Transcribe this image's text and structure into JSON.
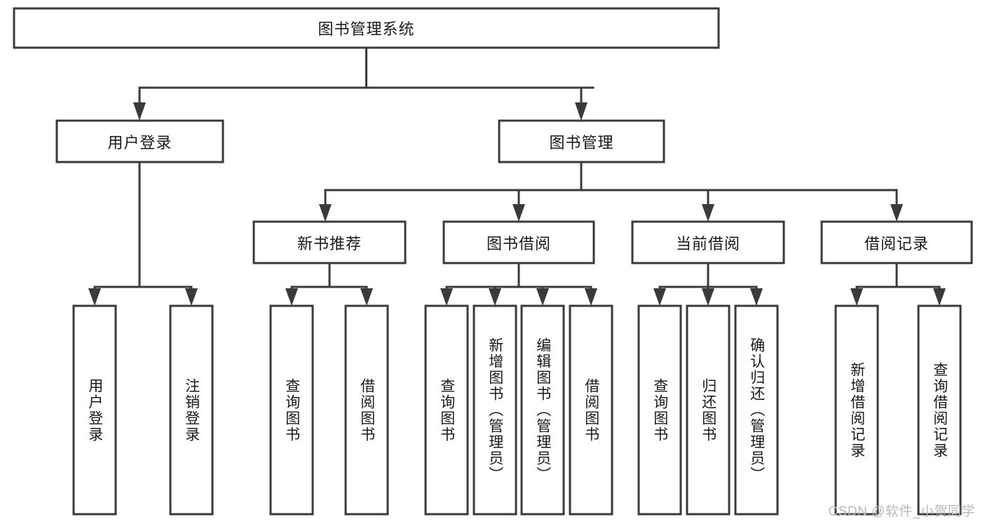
{
  "diagram": {
    "type": "tree-hierarchy-flowchart",
    "title": "图书管理系统",
    "watermark": "CSDN @软件_小贺同学",
    "colors": {
      "box_stroke": "#3a3a3a",
      "box_fill": "#ffffff",
      "connector": "#3a3a3a",
      "text": "#1a1a1a",
      "watermark": "#b9b9b9",
      "background": "#ffffff"
    },
    "levels": [
      {
        "level": 1,
        "nodes": [
          {
            "id": "root",
            "label": "图书管理系统",
            "orientation": "horizontal"
          }
        ]
      },
      {
        "level": 2,
        "nodes": [
          {
            "id": "login",
            "label": "用户登录",
            "orientation": "horizontal",
            "parent": "root"
          },
          {
            "id": "bookmgmt",
            "label": "图书管理",
            "orientation": "horizontal",
            "parent": "root"
          }
        ]
      },
      {
        "level": 3,
        "nodes": [
          {
            "id": "newbook",
            "label": "新书推荐",
            "orientation": "horizontal",
            "parent": "bookmgmt"
          },
          {
            "id": "borrow",
            "label": "图书借阅",
            "orientation": "horizontal",
            "parent": "bookmgmt"
          },
          {
            "id": "current",
            "label": "当前借阅",
            "orientation": "horizontal",
            "parent": "bookmgmt"
          },
          {
            "id": "records",
            "label": "借阅记录",
            "orientation": "horizontal",
            "parent": "bookmgmt"
          }
        ]
      },
      {
        "level": 4,
        "nodes": [
          {
            "id": "leaf1",
            "label": "用户登录",
            "orientation": "vertical",
            "parent": "login"
          },
          {
            "id": "leaf2",
            "label": "注销登录",
            "orientation": "vertical",
            "parent": "login"
          },
          {
            "id": "leaf3",
            "label": "查询图书",
            "orientation": "vertical",
            "parent": "newbook"
          },
          {
            "id": "leaf4",
            "label": "借阅图书",
            "orientation": "vertical",
            "parent": "newbook"
          },
          {
            "id": "leaf5",
            "label": "查询图书",
            "orientation": "vertical",
            "parent": "borrow"
          },
          {
            "id": "leaf6",
            "label": "新增图书（管理员）",
            "orientation": "vertical",
            "parent": "borrow"
          },
          {
            "id": "leaf7",
            "label": "编辑图书（管理员）",
            "orientation": "vertical",
            "parent": "borrow"
          },
          {
            "id": "leaf8",
            "label": "借阅图书",
            "orientation": "vertical",
            "parent": "borrow"
          },
          {
            "id": "leaf9",
            "label": "查询图书",
            "orientation": "vertical",
            "parent": "current"
          },
          {
            "id": "leaf10",
            "label": "归还图书",
            "orientation": "vertical",
            "parent": "current"
          },
          {
            "id": "leaf11",
            "label": "确认归还（管理员）",
            "orientation": "vertical",
            "parent": "current"
          },
          {
            "id": "leaf12",
            "label": "新增借阅记录",
            "orientation": "vertical",
            "parent": "records"
          },
          {
            "id": "leaf13",
            "label": "查询借阅记录",
            "orientation": "vertical",
            "parent": "records"
          }
        ]
      }
    ]
  }
}
